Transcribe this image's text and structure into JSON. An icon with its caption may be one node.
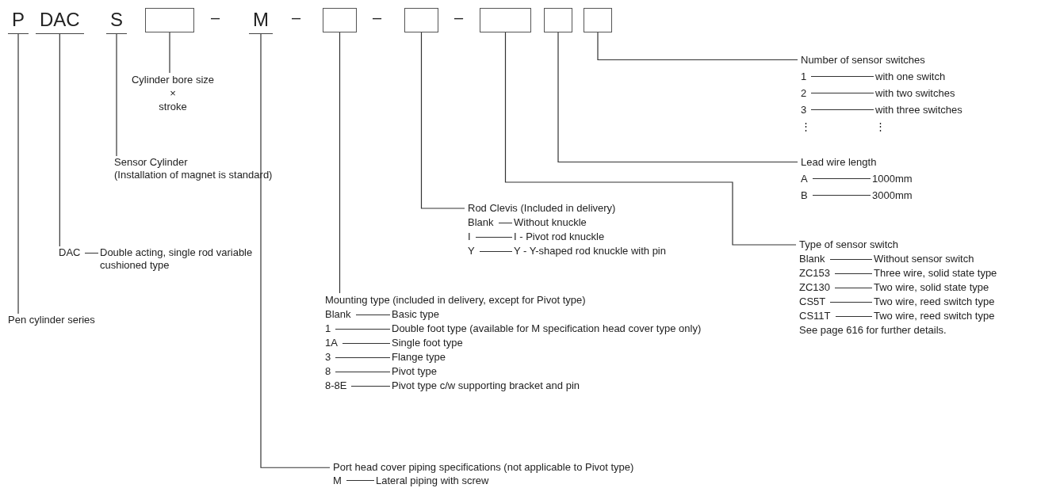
{
  "diagram": {
    "nodes": [
      {
        "text": [
          "P"
        ]
      },
      {
        "text": [
          "DAC"
        ]
      },
      {
        "text": [
          "S"
        ]
      },
      {
        "text": [],
        "shape": "box"
      },
      {
        "text": [
          "M"
        ]
      },
      {
        "text": [],
        "shape": "box"
      },
      {
        "text": [],
        "shape": "box"
      },
      {
        "text": [],
        "shape": "box"
      },
      {
        "text": [],
        "shape": "box"
      },
      {
        "text": [],
        "shape": "box"
      },
      {
        "text": [
          "Cylinder bore size",
          "×",
          "stroke"
        ]
      },
      {
        "text": [
          "Sensor Cylinder",
          "(Installation of magnet is standard)"
        ]
      },
      {
        "text": [
          "DAC",
          "Double acting, single rod variable cushioned type"
        ]
      },
      {
        "text": [
          "Pen cylinder series"
        ]
      },
      {
        "text": [
          "Mounting type (included in delivery, except for Pivot type)",
          "Blank",
          "Basic type",
          "1",
          "Double foot type (available for M specification head cover type only)",
          "1A",
          "Single foot type",
          "3",
          "Flange type",
          "8",
          "Pivot type",
          "8-8E",
          "Pivot type c/w supporting bracket and pin"
        ]
      },
      {
        "text": [
          "Port head cover piping specifications (not applicable to Pivot type)",
          "M",
          "Lateral piping with screw"
        ]
      },
      {
        "text": [
          "Rod Clevis (Included in delivery)",
          "Blank",
          "Without knuckle",
          "I",
          "I - Pivot rod knuckle",
          "Y",
          "Y - Y-shaped rod knuckle with pin"
        ]
      },
      {
        "text": [
          "Type of sensor switch",
          "Blank",
          "Without sensor switch",
          "ZC153",
          "Three wire, solid state type",
          "ZC130",
          "Two wire, solid state type",
          "CS5T",
          "Two wire, reed switch type",
          "CS11T",
          "Two wire, reed switch type",
          "See page 616 for further details."
        ]
      },
      {
        "text": [
          "Lead wire length",
          "A",
          "1000mm",
          "B",
          "3000mm"
        ]
      },
      {
        "text": [
          "Number of sensor switches",
          "1",
          "with one switch",
          "2",
          "with two switches",
          "3",
          "with three switches",
          "⋮",
          "⋮"
        ]
      }
    ],
    "edges": [
      {
        "from": 0,
        "to": 13,
        "arrow": "none"
      },
      {
        "from": 1,
        "to": 12,
        "arrow": "none"
      },
      {
        "from": 2,
        "to": 11,
        "arrow": "none"
      },
      {
        "from": 3,
        "to": 10,
        "arrow": "none"
      },
      {
        "from": 4,
        "to": 15,
        "arrow": "none"
      },
      {
        "from": 5,
        "to": 14,
        "arrow": "none"
      },
      {
        "from": 6,
        "to": 16,
        "arrow": "none"
      },
      {
        "from": 7,
        "to": 17,
        "arrow": "none"
      },
      {
        "from": 8,
        "to": 18,
        "arrow": "none"
      },
      {
        "from": 9,
        "to": 19,
        "arrow": "none"
      }
    ],
    "labels": [
      "–",
      "–",
      "–",
      "–"
    ]
  }
}
